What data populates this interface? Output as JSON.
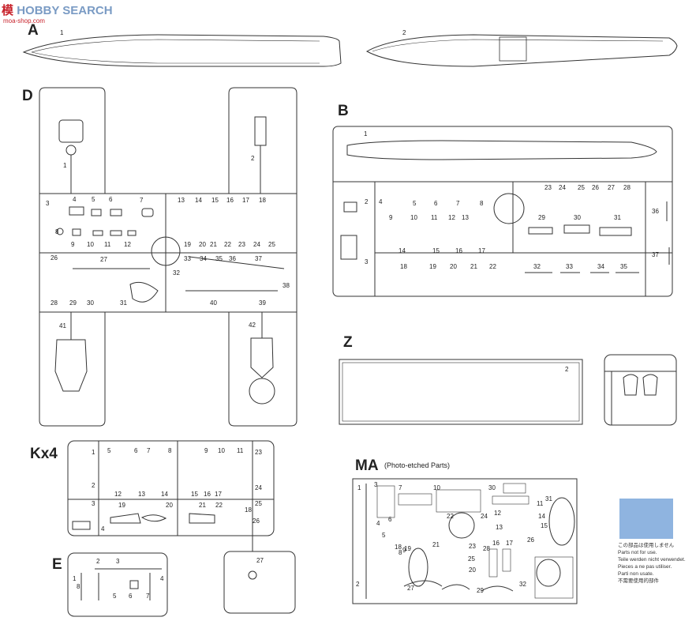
{
  "watermark": {
    "brand_a": "模",
    "brand_b": "HOBBY SEARCH",
    "sub": "moa-shop.com"
  },
  "sections": {
    "A": "A",
    "D": "D",
    "B": "B",
    "Z": "Z",
    "Kx4": "Kx4",
    "E": "E",
    "MA": "MA",
    "MA_sub": "(Photo-etched Parts)"
  },
  "colors": {
    "swatch": "#8fb4e0",
    "line": "#333333",
    "brand": "#c8232c"
  },
  "hull_labels": [
    "1",
    "2"
  ],
  "D_labels": [
    "1",
    "2",
    "3",
    "4",
    "5",
    "6",
    "7",
    "8",
    "9",
    "10",
    "11",
    "12",
    "13",
    "14",
    "15",
    "16",
    "17",
    "18",
    "19",
    "20",
    "21",
    "22",
    "23",
    "24",
    "25",
    "26",
    "27",
    "28",
    "29",
    "30",
    "31",
    "32",
    "33",
    "34",
    "35",
    "36",
    "37",
    "38",
    "39",
    "40",
    "41",
    "42"
  ],
  "B_labels": [
    "1",
    "2",
    "3",
    "4",
    "5",
    "6",
    "7",
    "8",
    "9",
    "10",
    "11",
    "12",
    "13",
    "14",
    "15",
    "16",
    "17",
    "18",
    "19",
    "20",
    "21",
    "22",
    "23",
    "24",
    "25",
    "26",
    "27",
    "28",
    "29",
    "30",
    "31",
    "32",
    "33",
    "34",
    "35",
    "36",
    "37"
  ],
  "Z_labels": [
    "2"
  ],
  "K_labels": [
    "1",
    "2",
    "3",
    "4",
    "5",
    "6",
    "7",
    "8",
    "9",
    "10",
    "11",
    "12",
    "13",
    "14",
    "15",
    "16",
    "17",
    "18",
    "19",
    "20",
    "21",
    "22",
    "23",
    "24",
    "25",
    "26",
    "27"
  ],
  "E_labels": [
    "1",
    "2",
    "3",
    "4",
    "5",
    "6",
    "7",
    "8"
  ],
  "MA_labels": [
    "1",
    "2",
    "3",
    "4",
    "5",
    "6",
    "7",
    "8",
    "9",
    "10",
    "11",
    "12",
    "13",
    "14",
    "15",
    "16",
    "17",
    "18",
    "19",
    "20",
    "21",
    "22",
    "23",
    "24",
    "25",
    "26",
    "27",
    "28",
    "29",
    "30",
    "31",
    "32"
  ],
  "note_lines": [
    "この部品は使用しません",
    "Parts not for use.",
    "Teile werden nicht verwendet.",
    "Pieces a ne pas utiliser.",
    "Parti non usate.",
    "不需要使用的部件"
  ]
}
